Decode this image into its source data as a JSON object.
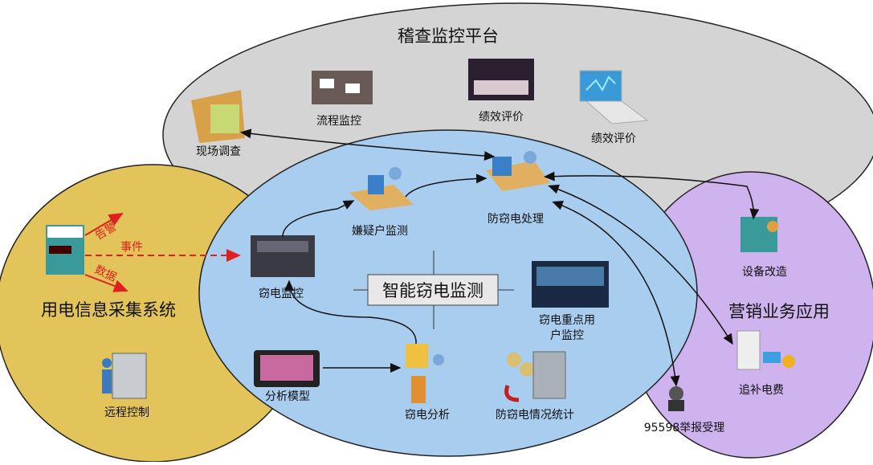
{
  "platforms": {
    "audit": "稽查监控平台",
    "collection": "用电信息采集系统",
    "marketing": "营销业务应用",
    "center": "智能窃电监测"
  },
  "audit_items": [
    "现场调查",
    "流程监控",
    "绩效评价",
    "绩效评价"
  ],
  "collection_items": {
    "remote": "远程控制",
    "alarm": "告警",
    "event": "事件",
    "data": "数据"
  },
  "marketing_items": [
    "设备改造",
    "追补电费",
    "95598举报受理"
  ],
  "center_items": {
    "suspect": "嫌疑户监测",
    "handle": "防窃电处理",
    "monitor": "窃电监控",
    "key_user_1": "窃电重点用",
    "key_user_2": "户监控",
    "model": "分析模型",
    "analysis": "窃电分析",
    "stats": "防窃电情况统计"
  },
  "colors": {
    "audit": "#d4d4d4",
    "collection": "#e2c45a",
    "marketing": "#cfb3ee",
    "center": "#a9cdef",
    "event": "#e02020"
  }
}
